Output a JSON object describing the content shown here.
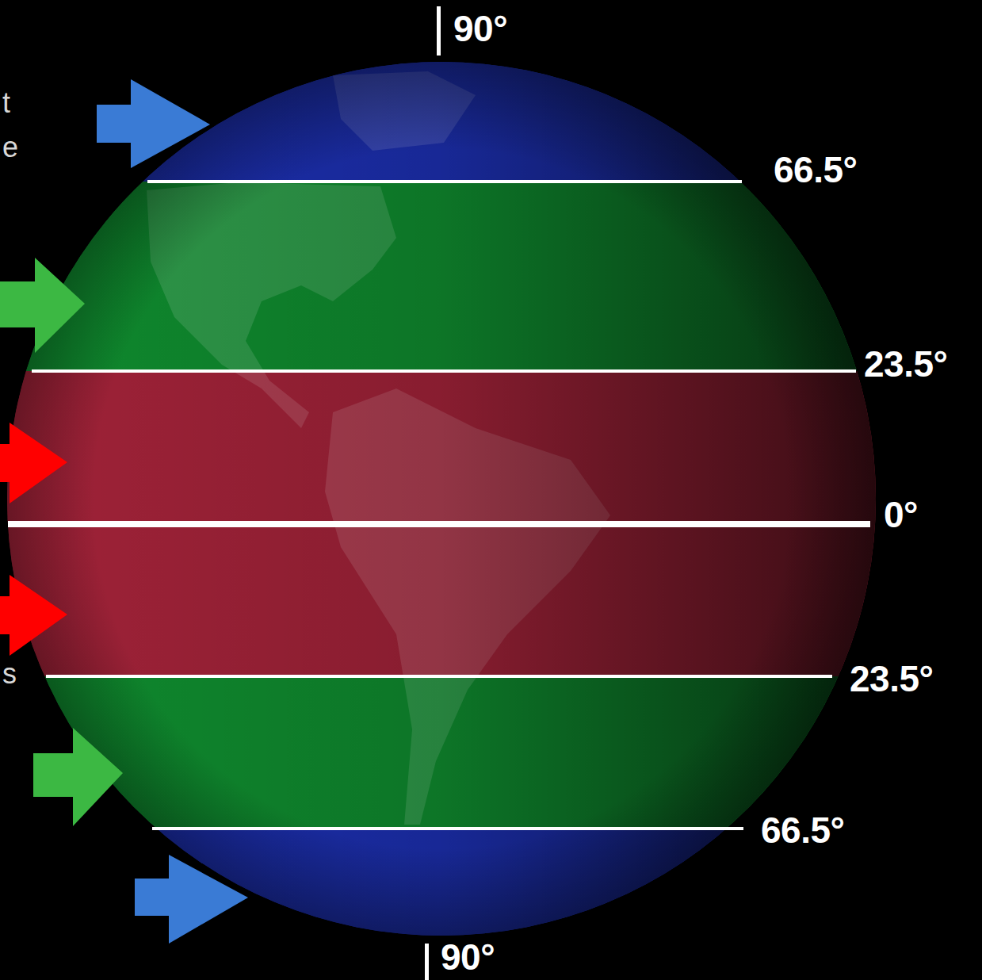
{
  "diagram": {
    "labels": [
      "90°",
      "t",
      "e",
      "66.5°",
      "23.5°",
      "0°",
      "s",
      "23.5°",
      "66.5°",
      "90°"
    ]
  }
}
